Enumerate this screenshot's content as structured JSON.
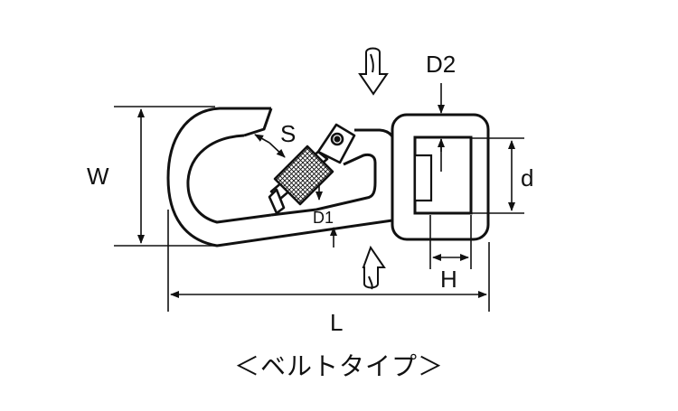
{
  "labels": {
    "width": "W",
    "gate_opening": "S",
    "wire_diameter": "D1",
    "swivel_thickness": "D2",
    "eye_inner": "d",
    "eye_width": "H",
    "length": "L"
  },
  "caption": "＜ベルトタイプ＞"
}
